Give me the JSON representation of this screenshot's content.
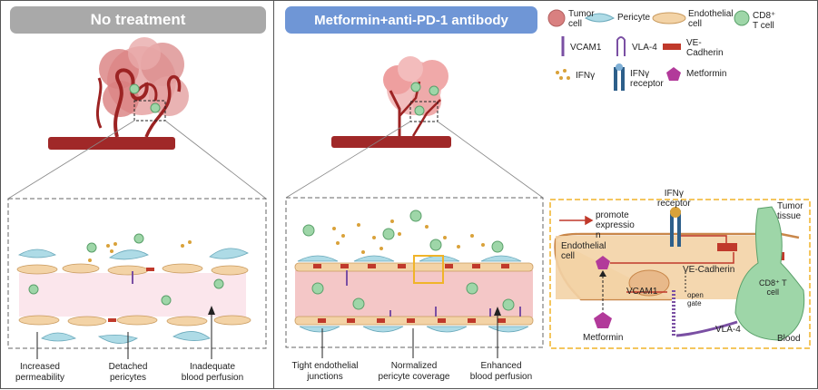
{
  "panels": {
    "left": {
      "title": "No treatment",
      "title_color": "#a9a9a9"
    },
    "right": {
      "title": "Metformin+anti-PD-1 antibody",
      "title_color": "#6f96d6"
    }
  },
  "left_labels": {
    "permeability": "Increased\npermeability",
    "pericytes": "Detached\npericytes",
    "perfusion": "Inadequate\nblood perfusion"
  },
  "middle_labels": {
    "junctions": "Tight endothelial\njunctions",
    "coverage": "Normalized\npericyte coverage",
    "perfusion": "Enhanced\nblood perfusion"
  },
  "legend": {
    "tumor_cell": "Tumor\ncell",
    "pericyte": "Pericyte",
    "endothelial_cell": "Endothelial\ncell",
    "cd8_t_cell": "CD8⁺\nT cell",
    "vcam1": "VCAM1",
    "vla4": "VLA-4",
    "ve_cadherin": "VE-\nCadherin",
    "ifng": "IFNγ",
    "ifng_receptor": "IFNγ\nreceptor",
    "metformin": "Metformin"
  },
  "mechanism": {
    "promote_expression": "promote\nexpressio\nn",
    "ifng_receptor": "IFNγ\nreceptor",
    "tumor_tissue": "Tumor\ntissue",
    "endothelial_cell": "Endothelial\ncell",
    "ve_cadherin": "VE-Cadherin",
    "cd8_t_cell": "CD8⁺ T\ncell",
    "open_gate": "open\ngate",
    "vcam1": "VCAM1",
    "vla4": "VLA-4",
    "metformin": "Metformin",
    "blood": "Blood"
  },
  "colors": {
    "tumor": "#d98080",
    "pericyte": "#aedbe6",
    "endothelial": "#f3d3a6",
    "tcell": "#9ed6a8",
    "junction": "#c0392b",
    "vcam": "#7a4fa3",
    "ifng": "#d9a23a",
    "metformin": "#b23a9a",
    "vessel": "#9c2323",
    "inset_border": "#f0b429"
  }
}
